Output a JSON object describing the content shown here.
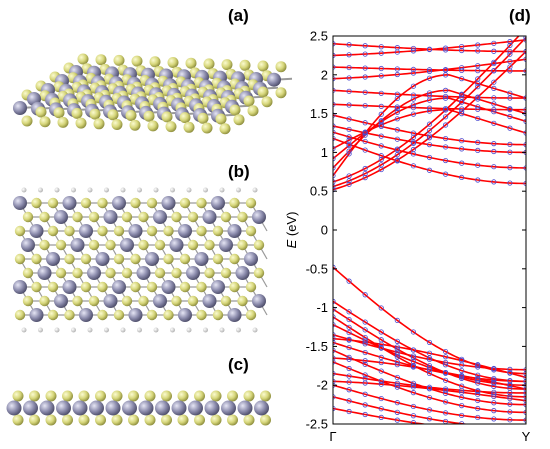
{
  "panels": {
    "a": "(a)",
    "b": "(b)",
    "c": "(c)",
    "d": "(d)"
  },
  "colors": {
    "metal_atom": "#8c8cad",
    "chalcogen_atom": "#d6d67a",
    "hydrogen_atom": "#e8e8e8",
    "bond": "#9a9a9a",
    "band_line": "#ff0000",
    "band_marker": "#4a4ad0"
  },
  "chart_data": {
    "type": "line",
    "title": "",
    "xlabel": "",
    "ylabel_italic": "E",
    "ylabel_unit": " (eV)",
    "xticks": [
      "Γ",
      "Y"
    ],
    "ylim": [
      -2.5,
      2.5
    ],
    "yticks": [
      -2.5,
      -2,
      -1.5,
      -1,
      -0.5,
      0,
      0.5,
      1,
      1.5,
      2,
      2.5
    ],
    "yticklabels": [
      "-2.5",
      "-2",
      "-1.5",
      "-1",
      "-0.5",
      "0",
      "0.5",
      "1",
      "1.5",
      "2",
      "2.5"
    ],
    "conduction_bands": [
      {
        "start": 0.52,
        "end": 2.3,
        "shape": "rise"
      },
      {
        "start": 0.56,
        "end": 2.48,
        "shape": "rise"
      },
      {
        "start": 0.62,
        "end": 2.6,
        "shape": "rise"
      },
      {
        "start": 0.7,
        "end": 1.7,
        "shape": "peak"
      },
      {
        "start": 0.8,
        "end": 1.5,
        "shape": "peak"
      },
      {
        "start": 0.92,
        "end": 1.4,
        "shape": "peak"
      },
      {
        "start": 1.05,
        "end": 1.25,
        "shape": "peak"
      },
      {
        "start": 1.18,
        "end": 0.6,
        "shape": "fall"
      },
      {
        "start": 1.26,
        "end": 0.8,
        "shape": "fall"
      },
      {
        "start": 1.34,
        "end": 1.0,
        "shape": "fall"
      },
      {
        "start": 1.48,
        "end": 1.1,
        "shape": "fall"
      },
      {
        "start": 1.62,
        "end": 1.55,
        "shape": "fall"
      },
      {
        "start": 1.8,
        "end": 1.7,
        "shape": "fall"
      },
      {
        "start": 1.95,
        "end": 2.2,
        "shape": "rise"
      },
      {
        "start": 2.1,
        "end": 2.05,
        "shape": "fall"
      },
      {
        "start": 2.25,
        "end": 2.45,
        "shape": "rise"
      },
      {
        "start": 2.4,
        "end": 2.3,
        "shape": "fall"
      }
    ],
    "valence_bands": [
      {
        "start": -0.48,
        "end": -1.85,
        "shape": "fall"
      },
      {
        "start": -0.92,
        "end": -1.95,
        "shape": "fall"
      },
      {
        "start": -1.02,
        "end": -2.05,
        "shape": "fall"
      },
      {
        "start": -1.12,
        "end": -2.15,
        "shape": "fall"
      },
      {
        "start": -1.22,
        "end": -2.0,
        "shape": "fall"
      },
      {
        "start": -1.35,
        "end": -1.8,
        "shape": "fall"
      },
      {
        "start": -1.45,
        "end": -1.95,
        "shape": "fall"
      },
      {
        "start": -1.55,
        "end": -2.25,
        "shape": "fall"
      },
      {
        "start": -1.7,
        "end": -2.35,
        "shape": "fall"
      },
      {
        "start": -1.85,
        "end": -2.1,
        "shape": "fall"
      },
      {
        "start": -2.0,
        "end": -2.45,
        "shape": "fall"
      },
      {
        "start": -2.15,
        "end": -2.55,
        "shape": "fall"
      },
      {
        "start": -2.3,
        "end": -2.6,
        "shape": "fall"
      },
      {
        "start": -1.4,
        "end": -1.9,
        "shape": "rise"
      },
      {
        "start": -1.65,
        "end": -2.05,
        "shape": "rise"
      },
      {
        "start": -1.95,
        "end": -2.2,
        "shape": "rise"
      }
    ]
  }
}
